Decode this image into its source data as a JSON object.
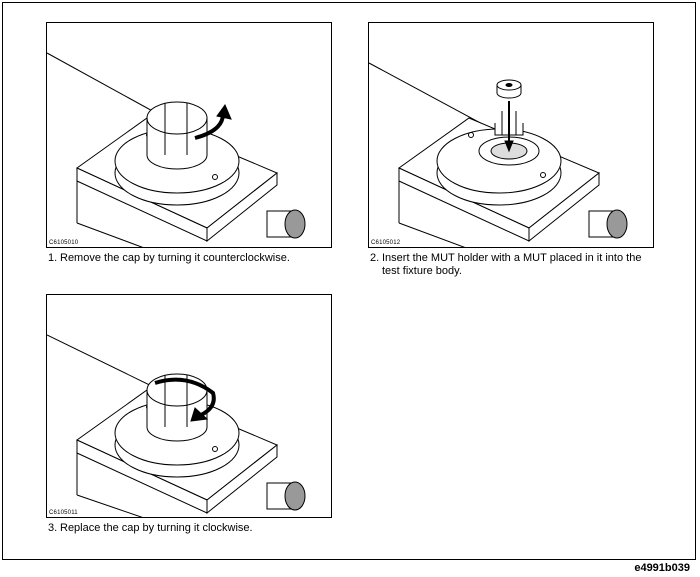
{
  "steps": [
    {
      "code": "C6105010",
      "number": "1.",
      "text": "Remove the cap by turning it counterclockwise.",
      "text2": ""
    },
    {
      "code": "C6105012",
      "number": "2.",
      "text": "Insert the MUT holder with a MUT placed in it into the",
      "text2": "test fixture body."
    },
    {
      "code": "C6105011",
      "number": "3.",
      "text": "Replace the cap by turning it clockwise.",
      "text2": ""
    }
  ],
  "figure_id": "e4991b039"
}
